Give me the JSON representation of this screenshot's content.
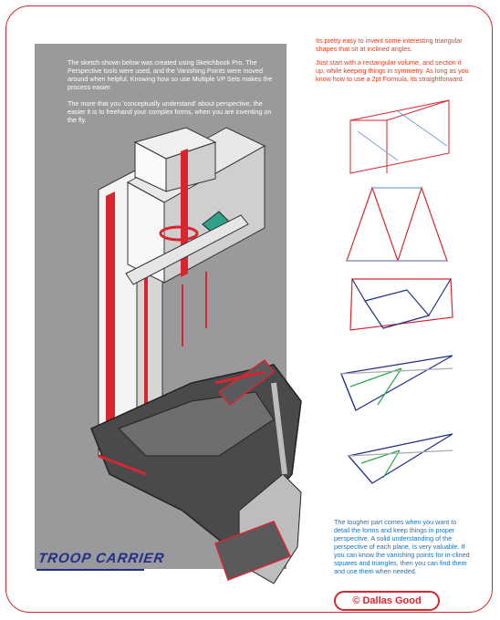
{
  "left_panel": {
    "paragraphs": [
      "The sketch shown below was created using Sketchbook Pro. The Perspective tools were used, and the Vanishing Points were moved around when helpful. Knowing how so use Multiple VP Sets makes the process easier.",
      "The more that you 'conceptually understand' about perspective, the easier it is to freehand your complex forms, when you are inventing on the fly."
    ]
  },
  "right_notes": {
    "paragraphs": [
      "Its pretty easy to invent some interesting triangular shapes that sit at inclined angles.",
      "Just start with a rectangular volume, and section it up, while keeping things in symmetry. As long as you know how to use a 2pt Formula, its straightforward."
    ]
  },
  "bottom_notes": {
    "text": "The tougher part comes when you want to detail the forms and keep things in proper perspective. A solid understanding of the perspective of each plane, is very valuable. If you can know the vanishing points for in-clined squares and triangles, then you can find them and use them when needed."
  },
  "title": "TROOP CARRIER",
  "credit": "© Dallas Good",
  "colors": {
    "accent_red": "#d8262e",
    "note_red": "#e23a1e",
    "note_blue": "#1e72b8",
    "title_blue": "#1f2f8a",
    "panel_grey": "#9a9a9c"
  }
}
